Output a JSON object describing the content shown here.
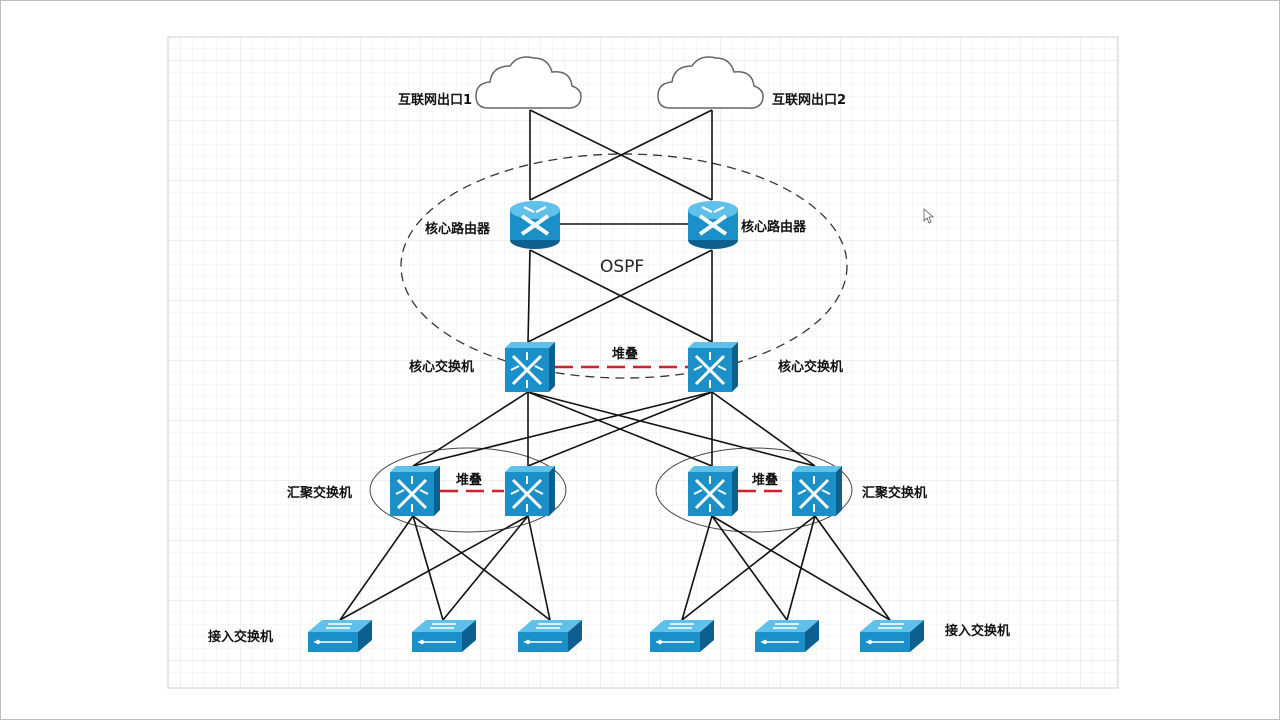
{
  "colors": {
    "device_fill": "#1a8fc8",
    "device_top": "#5fc0ea",
    "device_side": "#0d5f8f",
    "link": "#111111",
    "stack_link": "#d0202c",
    "grid": "#e4e4e4",
    "cloud_stroke": "#666666"
  },
  "internet": {
    "exit1": "互联网出口1",
    "exit2": "互联网出口2"
  },
  "core_routers": {
    "left_label": "核心路由器",
    "right_label": "核心路由器",
    "protocol": "OSPF"
  },
  "core_switches": {
    "left_label": "核心交换机",
    "right_label": "核心交换机",
    "stack_label": "堆叠"
  },
  "aggregation": {
    "left_label": "汇聚交换机",
    "right_label": "汇聚交换机",
    "left_stack_label": "堆叠",
    "right_stack_label": "堆叠"
  },
  "access": {
    "left_label": "接入交换机",
    "right_label": "接入交换机"
  }
}
